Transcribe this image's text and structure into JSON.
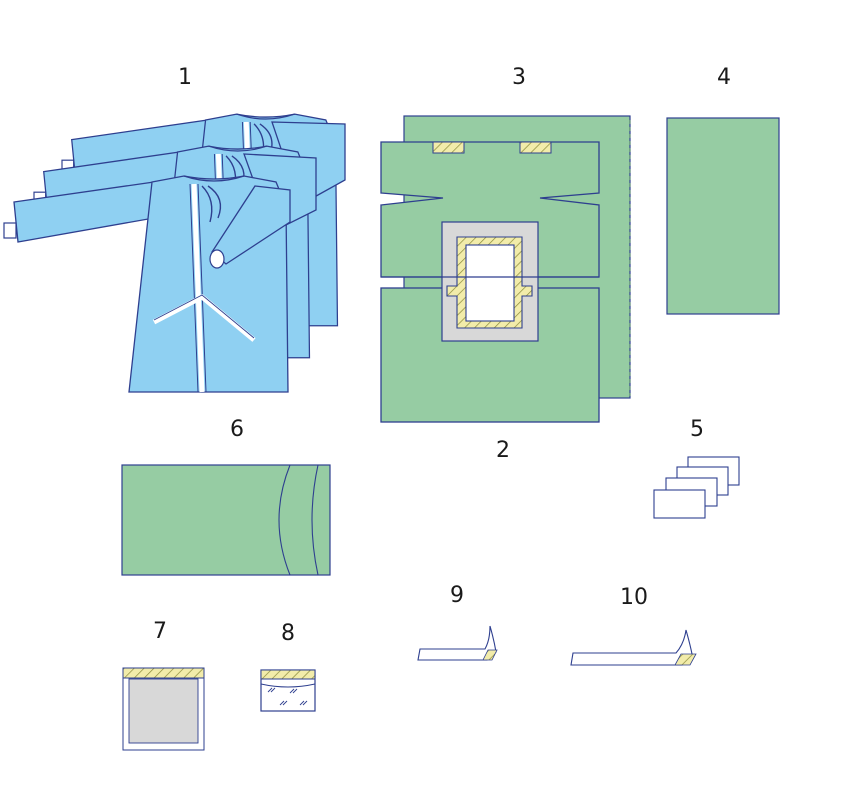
{
  "labels": {
    "gowns": "1",
    "lower_drape": "2",
    "upper_drape": "3",
    "small_drape": "4",
    "towels": "5",
    "table_cover": "6",
    "pouch_large": "7",
    "pouch_small": "8",
    "tape_short": "9",
    "tape_long": "10"
  },
  "colors": {
    "gown": "#8fd0f2",
    "drape": "#96cca3",
    "outline": "#2e3f8f",
    "adhesive": "#f2ecaa",
    "window": "#d8d8d8"
  }
}
